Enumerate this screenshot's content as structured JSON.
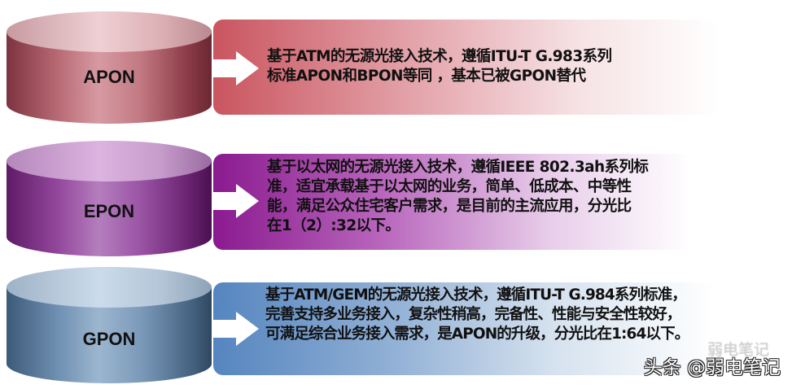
{
  "rows": [
    {
      "id": "apon",
      "label": "APON",
      "lines": [
        "基于ATM的无源光接入技术，遵循ITU-T G.983系列",
        "标准APON和BPON等同 ，基本已被GPON替代"
      ],
      "colors": {
        "dark": "#8a3a45",
        "mid": "#c56b75",
        "light": "#ecc4c8",
        "box_start": "#c9535c",
        "box_end": "#ffffff"
      }
    },
    {
      "id": "epon",
      "label": "EPON",
      "lines": [
        "基于以太网的无源光接入技术，遵循IEEE 802.3ah系列标",
        "准，适宜承载基于以太网的业务，简单、低成本、中等性",
        "能，满足公众住宅客户需求，是目前的主流应用，分光比",
        "在1（2）:32以下。"
      ],
      "colors": {
        "dark": "#5c1a63",
        "mid": "#9a4aa3",
        "light": "#ddb3e2",
        "box_start": "#8e1d92",
        "box_end": "#ffffff"
      }
    },
    {
      "id": "gpon",
      "label": "GPON",
      "lines": [
        "基于ATM/GEM的无源光接入技术，遵循ITU-T G.984系列标准，",
        "完善支持多业务接入，复杂性稍高，完备性、性能与安全性较好，",
        "可满足综合业务接入需求，是APON的升级，分光比在1:64以下。"
      ],
      "colors": {
        "dark": "#34506e",
        "mid": "#6b8cb0",
        "light": "#c6d6e8",
        "box_start": "#5a88c0",
        "box_end": "#ffffff"
      }
    }
  ],
  "watermark": {
    "main": "头条 @弱电笔记",
    "faint": "弱电笔记"
  }
}
